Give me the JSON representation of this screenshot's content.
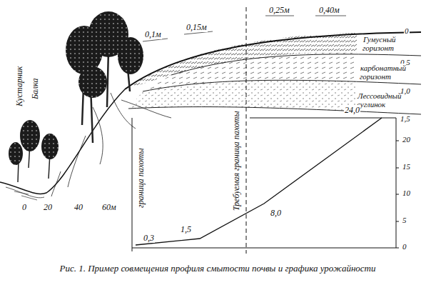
{
  "diagram": {
    "caption": "Рис. 1. Пример совмещения профиля смытости почвы и графика урожайности",
    "labels": [
      "Кустарник",
      "Балка",
      "0",
      "20",
      "40",
      "60м",
      "0,1м",
      "0,15м",
      "0,25м",
      "0,40м",
      "0",
      "Гумусный горизонт",
      "0,5",
      "карбонатный горизонт",
      "1,0",
      "Лессовидный суглинок",
      "1,5",
      "граница пахоты",
      "Требуемая граница пахоты",
      "0,3",
      "1,5",
      "8,0",
      "24,0",
      "0",
      "5",
      "10",
      "15",
      "20"
    ]
  }
}
